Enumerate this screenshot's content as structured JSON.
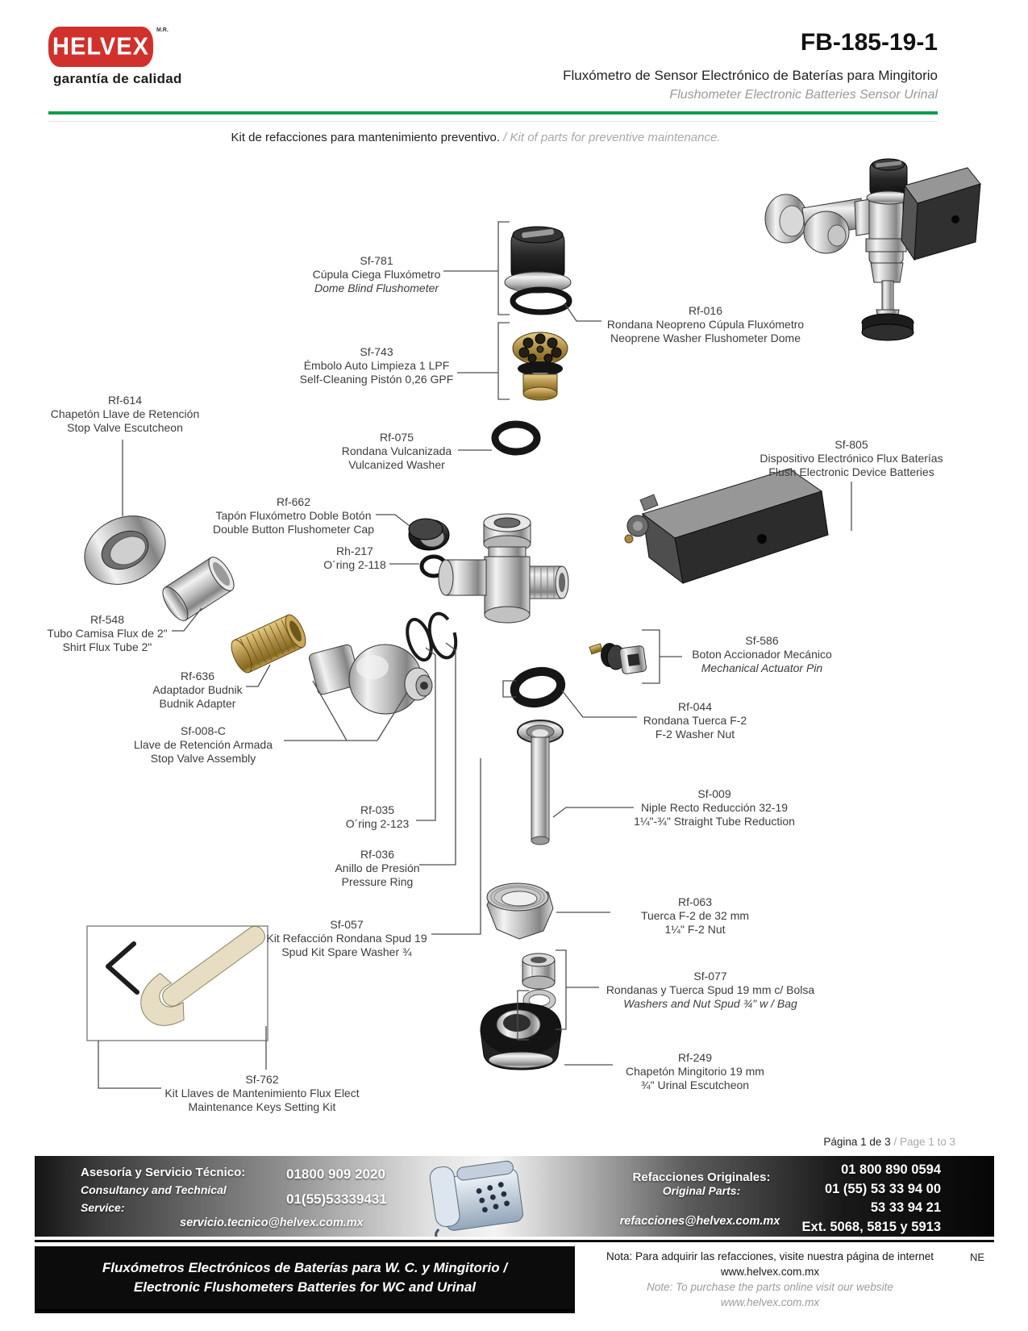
{
  "header": {
    "logo_text": "HELVEX",
    "logo_tm": "M.R.",
    "logo_tagline": "garantía de calidad",
    "model": "FB-185-19-1",
    "subtitle_es": "Fluxómetro de Sensor Electrónico de Baterías para Mingitorio",
    "subtitle_en": "Flushometer Electronic Batteries Sensor Urinal",
    "kit_es": "Kit de refacciones para mantenimiento preventivo.",
    "kit_en": " / Kit of parts for preventive maintenance."
  },
  "parts": [
    {
      "code": "Sf-781",
      "es": "Cúpula Ciega Fluxómetro",
      "en": "Dome Blind Flushometer"
    },
    {
      "code": "Rf-016",
      "es": "Rondana Neopreno Cúpula Fluxómetro",
      "en": "Neoprene Washer Flushometer Dome"
    },
    {
      "code": "Sf-743",
      "es": "Émbolo Auto Limpieza 1 LPF",
      "en": "Self-Cleaning Pistón 0,26 GPF"
    },
    {
      "code": "Rf-614",
      "es": "Chapetón Llave de Retención",
      "en": "Stop Valve Escutcheon"
    },
    {
      "code": "Rf-075",
      "es": "Rondana Vulcanizada",
      "en": "Vulcanized Washer"
    },
    {
      "code": "Sf-805",
      "es": "Dispositivo Electrónico Flux Baterías",
      "en": "Flush Electronic Device Batteries"
    },
    {
      "code": "Rf-662",
      "es": "Tapón Fluxómetro Doble Botón",
      "en": "Double Button Flushometer Cap"
    },
    {
      "code": "Rh-217",
      "es": "O´ring 2-118",
      "en": ""
    },
    {
      "code": "Rf-548",
      "es": "Tubo Camisa Flux de 2\"",
      "en": "Shirt Flux Tube 2\""
    },
    {
      "code": "Rf-636",
      "es": "Adaptador Budnik",
      "en": "Budnik Adapter"
    },
    {
      "code": "Sf-008-C",
      "es": "Llave de Retención Armada",
      "en": "Stop Valve Assembly"
    },
    {
      "code": "Sf-586",
      "es": "Boton Accionador Mecánico",
      "en": "Mechanical Actuator Pin"
    },
    {
      "code": "Rf-044",
      "es": "Rondana Tuerca F-2",
      "en": "F-2 Washer Nut"
    },
    {
      "code": "Sf-009",
      "es": "Niple Recto Reducción 32-19",
      "en": "1¼\"-¾\" Straight Tube Reduction"
    },
    {
      "code": "Rf-035",
      "es": "O´ring 2-123",
      "en": ""
    },
    {
      "code": "Rf-036",
      "es": "Anillo de Presión",
      "en": "Pressure Ring"
    },
    {
      "code": "Sf-057",
      "es": "Kit Refacción Rondana Spud 19",
      "en": "Spud Kit Spare Washer ¾"
    },
    {
      "code": "Rf-063",
      "es": "Tuerca F-2 de 32 mm",
      "en": "1¼\" F-2 Nut"
    },
    {
      "code": "Sf-077",
      "es": "Rondanas y Tuerca Spud 19 mm c/ Bolsa",
      "en": "Washers and Nut Spud ¾\" w / Bag"
    },
    {
      "code": "Rf-249",
      "es": "Chapetón Mingitorio 19 mm",
      "en": "¾\" Urinal Escutcheon"
    },
    {
      "code": "Sf-762",
      "es": "Kit Llaves de Mantenimiento Flux Elect",
      "en": "Maintenance Keys Setting Kit"
    }
  ],
  "footer": {
    "page_es": "Página 1 de 3",
    "page_en": " / Page 1 to 3",
    "service_label_es": "Asesoría y Servicio Técnico:",
    "service_label_en1": "Consultancy and Technical",
    "service_label_en2": "Service:",
    "service_phone1": "01800 909 2020",
    "service_phone2": "01(55)53339431",
    "service_email": "servicio.tecnico@helvex.com.mx",
    "parts_label_es": "Refacciones Originales:",
    "parts_label_en": "Original  Parts:",
    "parts_email": "refacciones@helvex.com.mx",
    "parts_phone1": "01 800 890 0594",
    "parts_phone2": "01 (55) 53 33 94 00",
    "parts_phone3": "53 33 94 21",
    "parts_phone4": "Ext. 5068, 5815 y 5913",
    "bottom_title_es": "Fluxómetros Electrónicos de Baterías para W. C. y Mingitorio /",
    "bottom_title_en": "Electronic Flushometers Batteries for WC and Urinal",
    "note_es1": "Nota: Para adquirir las refacciones, visite nuestra página de internet",
    "note_es2": "www.helvex.com.mx",
    "note_en1": "Note: To purchase the parts online visit our website",
    "note_en2": "www.helvex.com.mx",
    "ne": "NE"
  },
  "colors": {
    "brand_red": "#d0312c",
    "accent_green": "#0f9d4f",
    "muted_gray": "#9a9a9a"
  }
}
